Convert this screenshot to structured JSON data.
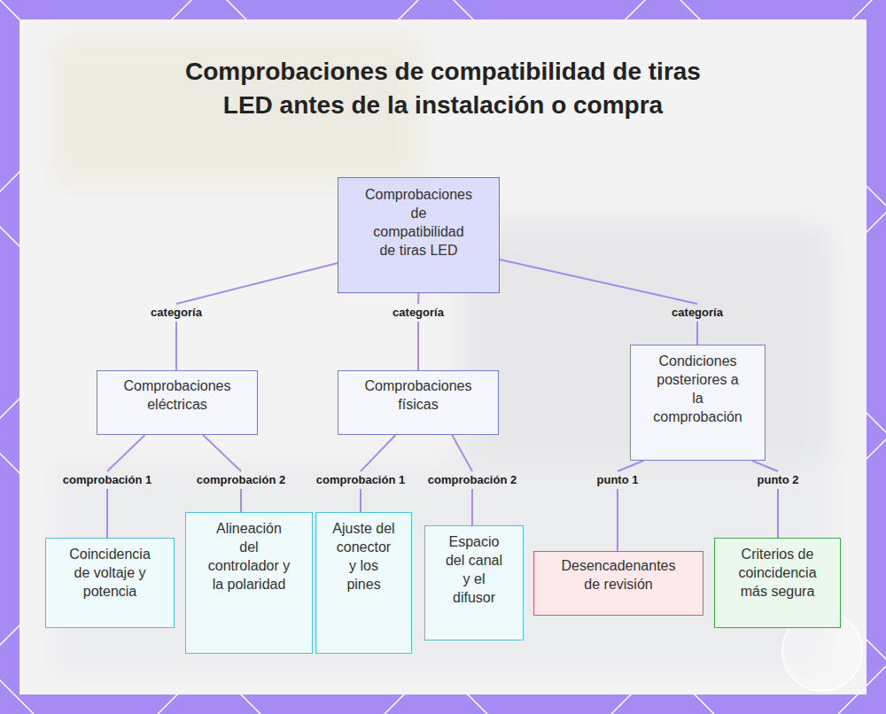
{
  "diagram": {
    "title": "Comprobaciones de compatibilidad de tiras LED antes de la instalación o compra",
    "nodes": [
      {
        "text": [
          "Comprobaciones de compatibilidad de tiras LED"
        ]
      },
      {
        "text": [
          "Comprobaciones eléctricas"
        ]
      },
      {
        "text": [
          "Comprobaciones físicas"
        ]
      },
      {
        "text": [
          "Condiciones posteriores a la comprobación"
        ]
      },
      {
        "text": [
          "Coincidencia de voltaje y potencia"
        ]
      },
      {
        "text": [
          "Alineación del controlador y la polaridad"
        ]
      },
      {
        "text": [
          "Ajuste del conector y los pines"
        ]
      },
      {
        "text": [
          "Espacio del canal y el difusor"
        ]
      },
      {
        "text": [
          "Desencadenantes de revisión"
        ]
      },
      {
        "text": [
          "Criterios de coincidencia más segura"
        ]
      }
    ],
    "edges": [
      {
        "from": 0,
        "to": 1,
        "arrow": "none",
        "label": "categoría"
      },
      {
        "from": 0,
        "to": 2,
        "arrow": "none",
        "label": "categoría"
      },
      {
        "from": 0,
        "to": 3,
        "arrow": "none",
        "label": "categoría"
      },
      {
        "from": 1,
        "to": 4,
        "arrow": "none",
        "label": "comprobación 1"
      },
      {
        "from": 1,
        "to": 5,
        "arrow": "none",
        "label": "comprobación 2"
      },
      {
        "from": 2,
        "to": 6,
        "arrow": "none",
        "label": "comprobación 1"
      },
      {
        "from": 2,
        "to": 7,
        "arrow": "none",
        "label": "comprobación 2"
      },
      {
        "from": 3,
        "to": 8,
        "arrow": "none",
        "label": "punto 1"
      },
      {
        "from": 3,
        "to": 9,
        "arrow": "none",
        "label": "punto 2"
      }
    ]
  }
}
